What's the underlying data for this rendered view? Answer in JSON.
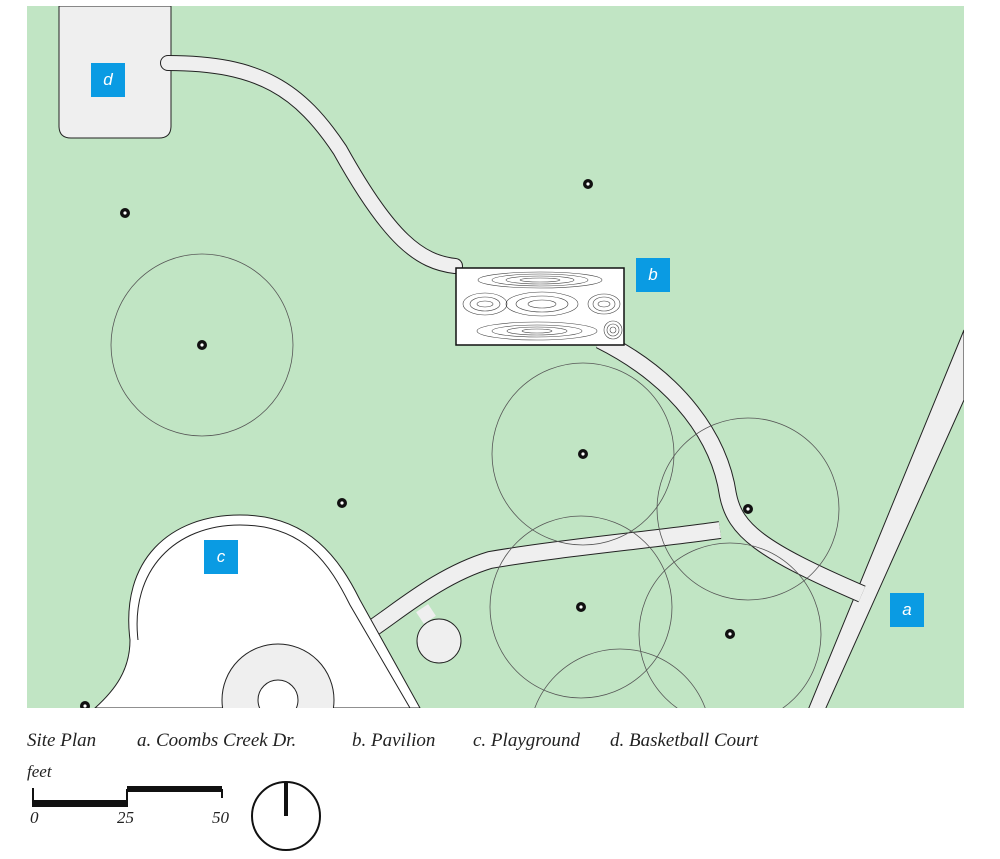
{
  "plan": {
    "markers": [
      {
        "id": "a",
        "text": "a"
      },
      {
        "id": "b",
        "text": "b"
      },
      {
        "id": "c",
        "text": "c"
      },
      {
        "id": "d",
        "text": "d"
      }
    ]
  },
  "legend": {
    "title": "Site Plan",
    "items": [
      "a. Coombs Creek Dr.",
      "b. Pavilion",
      "c. Playground",
      "d. Basketball Court"
    ]
  },
  "scale": {
    "unit": "feet",
    "ticks": [
      "0",
      "25",
      "50"
    ]
  },
  "colors": {
    "grass": "#c1e5c4",
    "path": "#efefef",
    "marker": "#0a9be3"
  }
}
